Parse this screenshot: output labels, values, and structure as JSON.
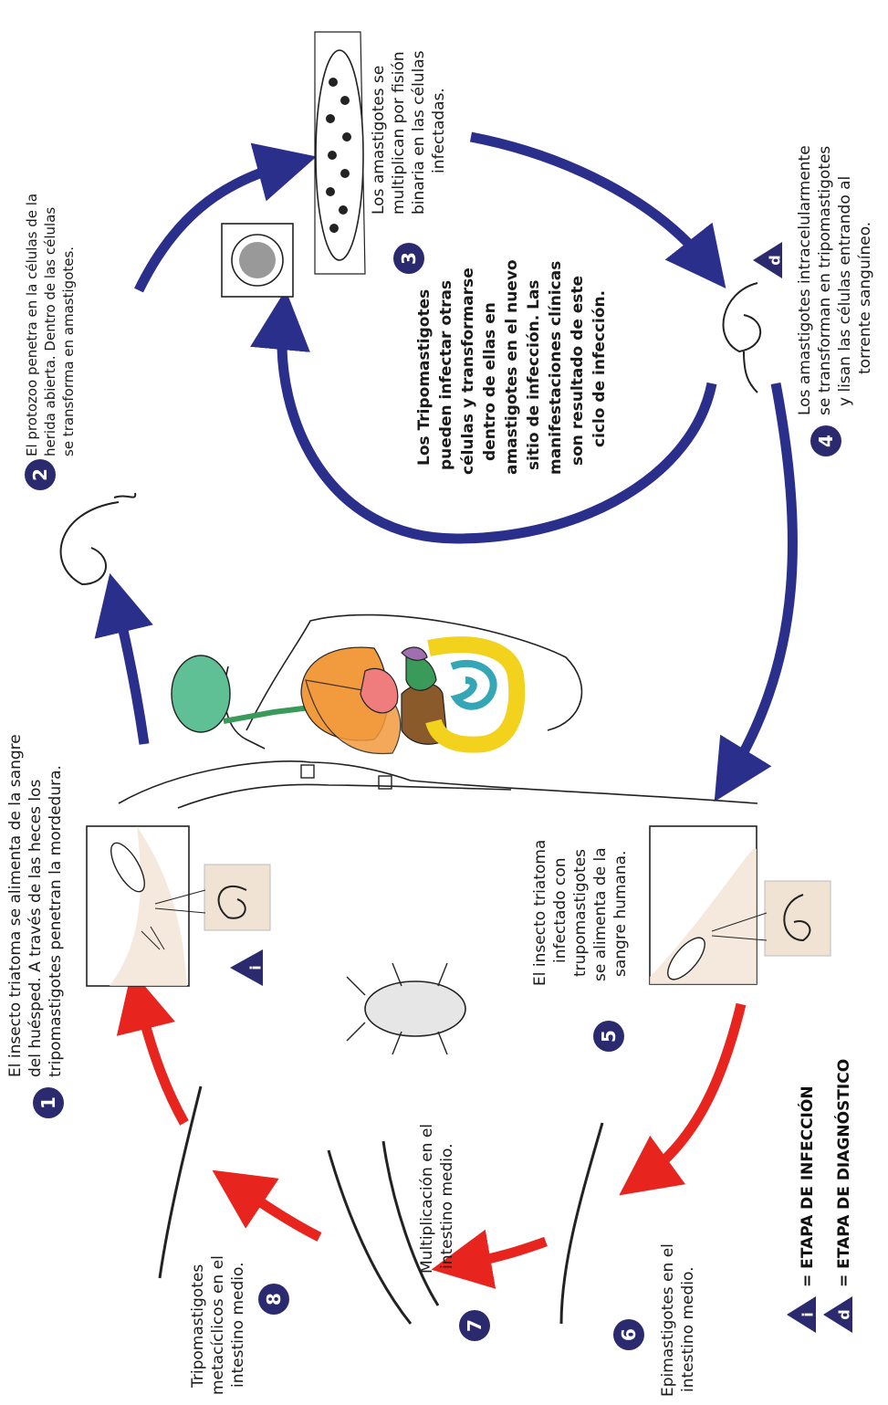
{
  "colors": {
    "blue_arrow": "#2b2f8c",
    "red_arrow": "#e8241f",
    "badge": "#2b2a6e",
    "lung": "#f19a3e",
    "intestine": "#f2d21c",
    "small_intestine": "#35a6b5",
    "liver": "#8b5a2b",
    "stomach": "#3a9a5a",
    "heart": "#ef7d7d",
    "brain": "#5fbf95",
    "spleen": "#a06fb0",
    "skin_panel": "#f1e3d3"
  },
  "steps": [
    {
      "number": "1",
      "lines": [
        "El insecto triatoma se alimenta de la sangre",
        "del huésped. A través de las heces los",
        "tripomastigotes penetran la mordedura."
      ]
    },
    {
      "number": "2",
      "lines": [
        "El protozoo penetra en la células de la",
        "herida abierta. Dentro de las células",
        "se transforma en amastigotes."
      ]
    },
    {
      "number": "3",
      "lines": [
        "Los amastigotes se",
        "multiplican por fisión",
        "binaria en las células",
        "infectadas."
      ]
    },
    {
      "number": "4",
      "lines": [
        "Los amastigotes intracelularmente",
        "se transforman en tripomastigotes",
        "y lisan las células entrando al",
        "torrente sanguíneo."
      ]
    },
    {
      "number": "5",
      "lines": [
        "El insecto triatoma",
        "infectado con",
        "trupomastigotes",
        "se alimenta de la",
        "sangre humana."
      ]
    },
    {
      "number": "6",
      "lines": [
        "Epimastigotes en el",
        "intestino medio."
      ]
    },
    {
      "number": "7",
      "lines": [
        "Multiplicación en el",
        "intestino medio."
      ]
    },
    {
      "number": "8",
      "lines": [
        "Tripomastigotes",
        "metacíclicos en el",
        "intestino medio."
      ]
    }
  ],
  "center_text": [
    "Los Tripomastigotes",
    "pueden infectar otras",
    "células y transformarse",
    "dentro de ellas en",
    "amastigotes en el nuevo",
    "sitio de infección. Las",
    "manifestaciones clínicas",
    "son resultado de este",
    "ciclo de infección."
  ],
  "markers": {
    "infection": "i",
    "diagnostic": "d"
  },
  "legend": [
    {
      "symbol": "i",
      "label": "= ETAPA DE INFECCIÓN"
    },
    {
      "symbol": "d",
      "label": "= ETAPA DE DIAGNÓSTICO"
    }
  ]
}
